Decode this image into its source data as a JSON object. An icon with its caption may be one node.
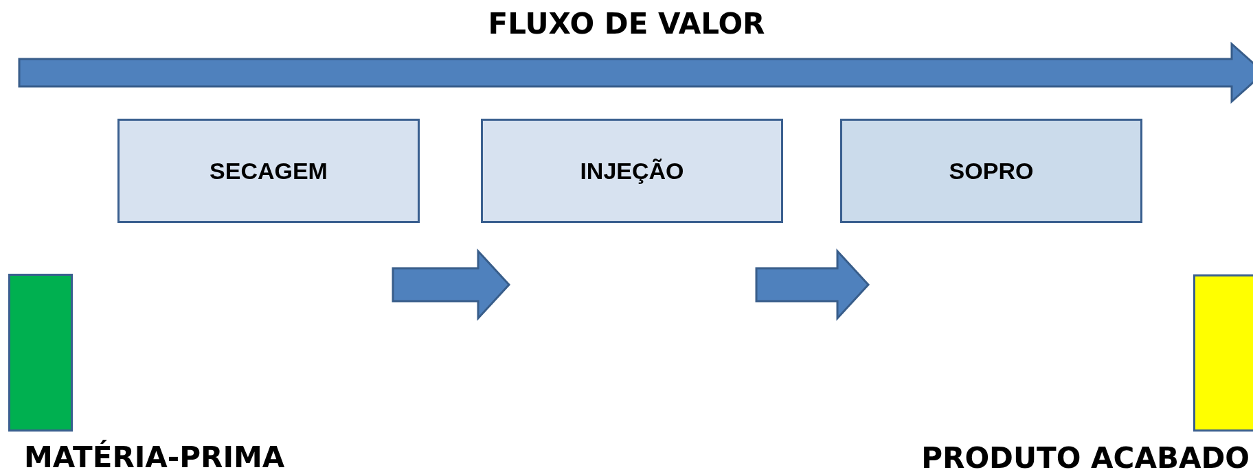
{
  "diagram": {
    "title": "FLUXO DE VALOR",
    "nodes": [
      {
        "text": [
          "SECAGEM"
        ]
      },
      {
        "text": [
          "INJEÇÃO"
        ]
      },
      {
        "text": [
          "SOPRO"
        ]
      },
      {
        "text": [
          "MATÉRIA-PRIMA"
        ]
      },
      {
        "text": [
          "PRODUTO ACABADO"
        ]
      }
    ],
    "edges": [
      {
        "from": 0,
        "to": 1,
        "arrow": "to"
      },
      {
        "from": 1,
        "to": 2,
        "arrow": "to"
      }
    ]
  }
}
